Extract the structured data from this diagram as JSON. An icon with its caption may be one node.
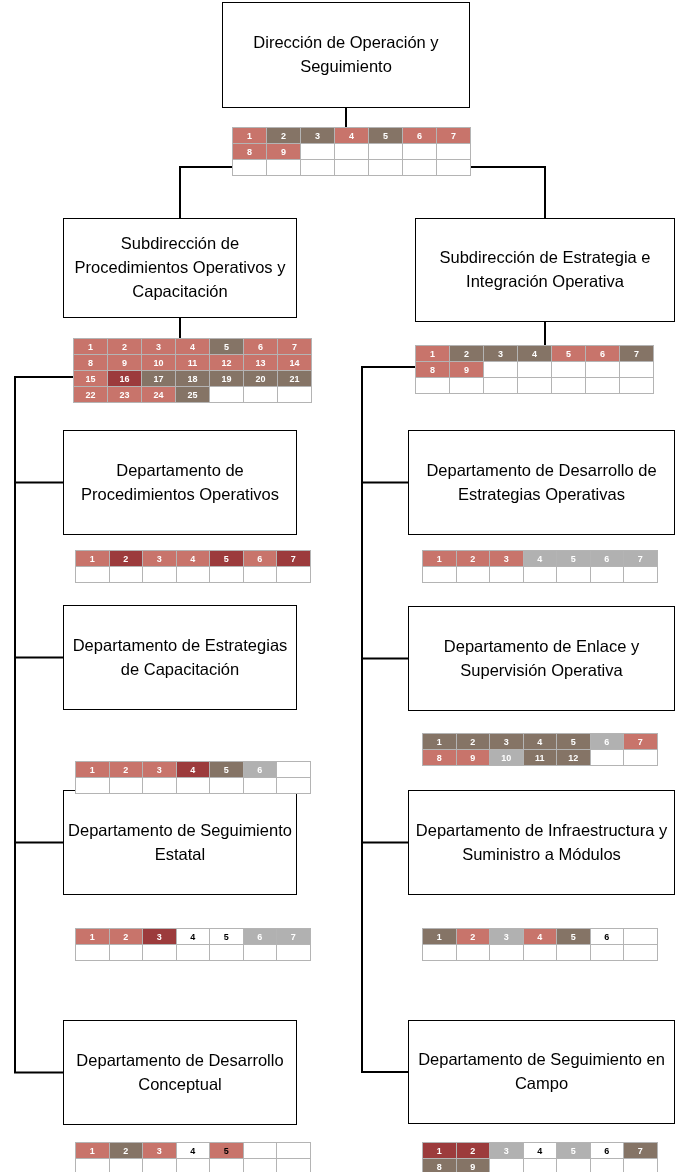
{
  "diagram": {
    "nodes": [
      {
        "text": [
          "Dirección de Operación y Seguimiento"
        ]
      },
      {
        "text": [
          "Subdirección de Procedimientos Operativos y Capacitación"
        ]
      },
      {
        "text": [
          "Subdirección de Estrategia e Integración Operativa"
        ]
      },
      {
        "text": [
          "Departamento de Procedimientos Operativos"
        ]
      },
      {
        "text": [
          "Departamento de Desarrollo de Estrategias Operativas"
        ]
      },
      {
        "text": [
          "Departamento de Estrategias de Capacitación"
        ]
      },
      {
        "text": [
          "Departamento de Enlace y Supervisión Operativa"
        ]
      },
      {
        "text": [
          "Departamento de Seguimiento Estatal"
        ]
      },
      {
        "text": [
          "Departamento de Infraestructura y Suministro a Módulos"
        ]
      },
      {
        "text": [
          "Departamento de Desarrollo Conceptual"
        ]
      },
      {
        "text": [
          "Departamento de Seguimiento en Campo"
        ]
      }
    ],
    "edges": [
      {
        "from": 0,
        "to": 1,
        "arrow": "none"
      },
      {
        "from": 0,
        "to": 2,
        "arrow": "none"
      },
      {
        "from": 1,
        "to": 3,
        "arrow": "none"
      },
      {
        "from": 1,
        "to": 5,
        "arrow": "none"
      },
      {
        "from": 1,
        "to": 7,
        "arrow": "none"
      },
      {
        "from": 1,
        "to": 9,
        "arrow": "none"
      },
      {
        "from": 2,
        "to": 4,
        "arrow": "none"
      },
      {
        "from": 2,
        "to": 6,
        "arrow": "none"
      },
      {
        "from": 2,
        "to": 8,
        "arrow": "none"
      },
      {
        "from": 2,
        "to": 10,
        "arrow": "none"
      }
    ],
    "labels": [
      "1",
      "2",
      "3",
      "4",
      "5",
      "6",
      "7",
      "8",
      "9",
      "1",
      "2",
      "3",
      "4",
      "5",
      "6",
      "7",
      "8",
      "9",
      "10",
      "11",
      "12",
      "13",
      "14",
      "15",
      "16",
      "17",
      "18",
      "19",
      "20",
      "21",
      "22",
      "23",
      "24",
      "25",
      "1",
      "2",
      "3",
      "4",
      "5",
      "6",
      "7",
      "8",
      "9",
      "1",
      "2",
      "3",
      "4",
      "5",
      "6",
      "7",
      "1",
      "2",
      "3",
      "4",
      "5",
      "6",
      "7",
      "1",
      "2",
      "3",
      "4",
      "5",
      "6",
      "1",
      "2",
      "3",
      "4",
      "5",
      "6",
      "7",
      "8",
      "9",
      "10",
      "11",
      "12",
      "1",
      "2",
      "3",
      "4",
      "5",
      "6",
      "7",
      "1",
      "2",
      "3",
      "4",
      "5",
      "6",
      "1",
      "2",
      "3",
      "4",
      "5",
      "1",
      "2",
      "3",
      "4",
      "5",
      "6",
      "7",
      "8",
      "9"
    ]
  }
}
